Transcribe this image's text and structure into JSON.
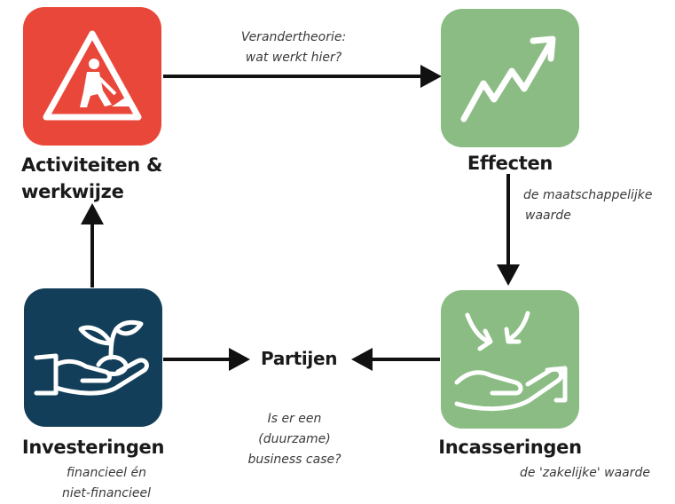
{
  "nodes": {
    "activities": {
      "title_line1": "Activiteiten &",
      "title_line2": "werkwijze",
      "icon": "road-work-icon",
      "color": "#e9473a"
    },
    "effects": {
      "title": "Effecten",
      "icon": "trend-up-icon",
      "color": "#8abc83",
      "note_line1": "de maatschappelijke",
      "note_line2": "waarde"
    },
    "investments": {
      "title": "Investeringen",
      "icon": "hand-plant-icon",
      "color": "#123e59",
      "note_line1": "financieel én",
      "note_line2": "niet-financieel"
    },
    "collections": {
      "title": "Incasseringen",
      "icon": "hand-receive-icon",
      "color": "#8abc83",
      "note": "de 'zakelijke' waarde"
    },
    "parties": {
      "title": "Partijen"
    }
  },
  "edges": {
    "activities_to_effects": {
      "line1": "Verandertheorie:",
      "line2": "wat werkt hier?"
    },
    "parties_question": {
      "line1": "Is er een",
      "line2": "(duurzame)",
      "line3": "business case?"
    }
  }
}
